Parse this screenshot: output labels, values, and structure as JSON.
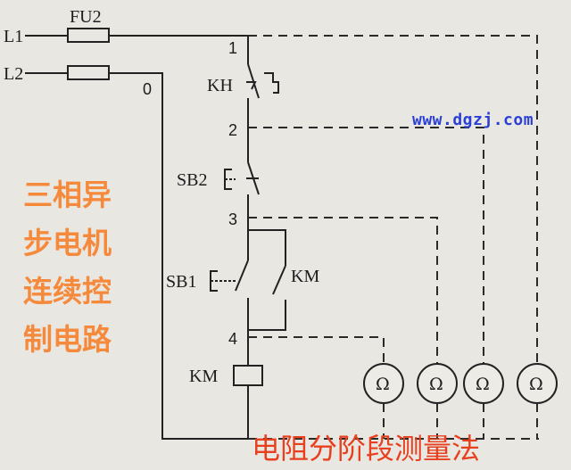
{
  "labels": {
    "fuse": "FU2",
    "line1": "L1",
    "line2": "L2",
    "node0": "0",
    "node1": "1",
    "node2": "2",
    "node3": "3",
    "node4": "4",
    "thermal_relay": "KH",
    "stop_button": "SB2",
    "start_button": "SB1",
    "hold_contact": "KM",
    "coil": "KM",
    "ohm": "Ω"
  },
  "watermark": "www.dgzj.com",
  "side_text": [
    "三相异",
    "步电机",
    "连续控",
    "制电路"
  ],
  "bottom_text": "电阻分阶段测量法",
  "colors": {
    "side_text": "#f58a3c",
    "bottom_text": "#e8401f",
    "watermark": "#2a3fd6"
  }
}
